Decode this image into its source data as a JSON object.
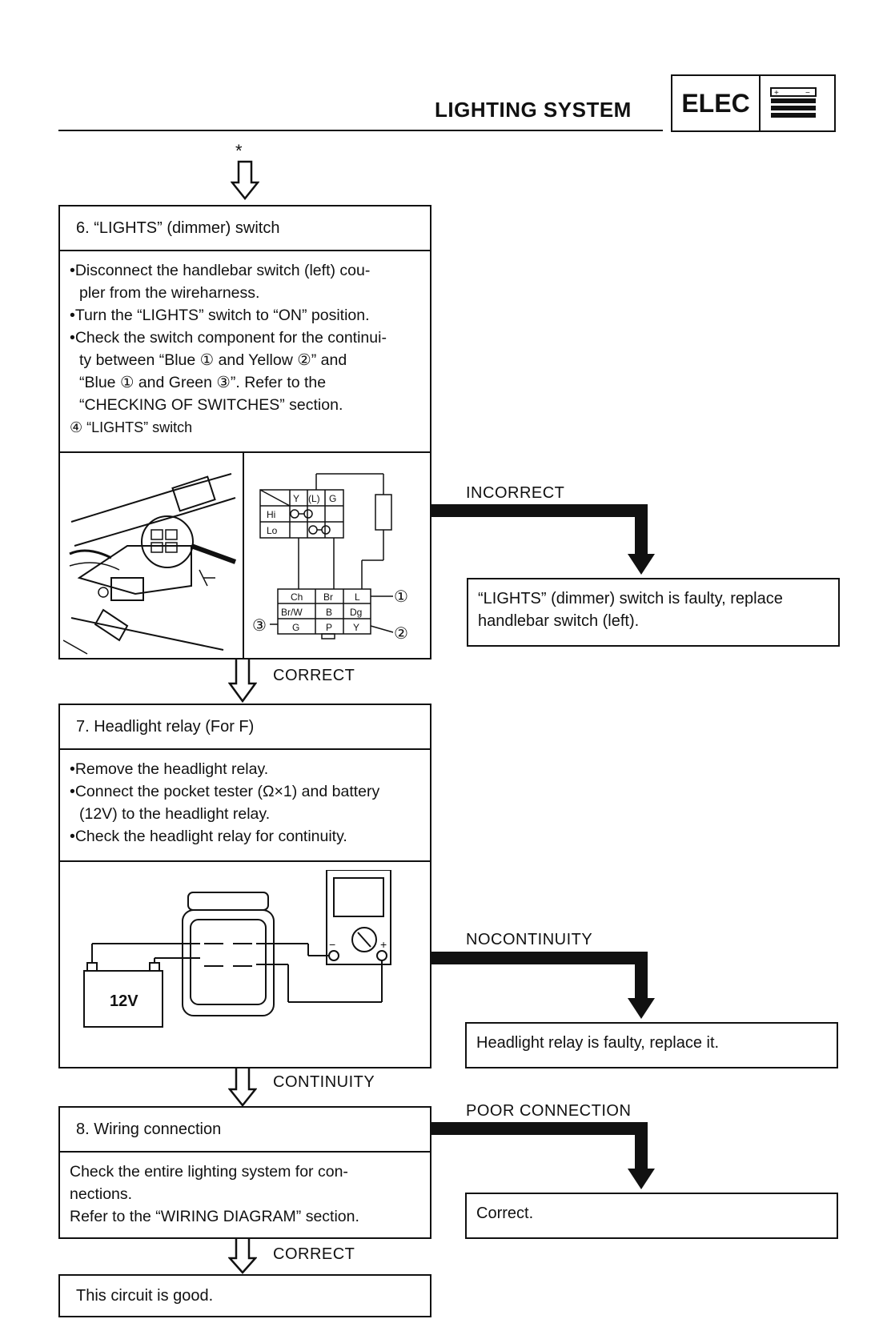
{
  "header": {
    "title": "LIGHTING SYSTEM",
    "section_tag": "ELEC",
    "icon": "battery-icon"
  },
  "asterisk": "*",
  "steps": [
    {
      "title": "6. “LIGHTS” (dimmer) switch",
      "lines": [
        "•Disconnect the handlebar switch (left) cou-",
        "pler from the wireharness.",
        "•Turn the “LIGHTS” switch to “ON” position.",
        "•Check the switch component for the continui-",
        "ty between “Blue ① and Yellow ②” and",
        "“Blue ① and Green ③”. Refer to the",
        "“CHECKING OF SWITCHES” section."
      ],
      "note": "④ “LIGHTS” switch"
    },
    {
      "title": "7. Headlight relay (For F)",
      "lines": [
        "•Remove the headlight relay.",
        "•Connect the pocket tester (Ω×1) and battery",
        "(12V) to the headlight relay.",
        "•Check the headlight relay for continuity."
      ]
    },
    {
      "title": "8. Wiring connection",
      "lines": [
        "Check the entire lighting system for con-",
        "nections.",
        "Refer to the “WIRING DIAGRAM” section."
      ]
    }
  ],
  "final": "This circuit is good.",
  "flow": {
    "correct1": "CORRECT",
    "continuity": "CONTINUITY",
    "correct2": "CORRECT"
  },
  "branches": [
    {
      "label": "INCORRECT",
      "result": "“LIGHTS” (dimmer) switch is faulty, replace handlebar switch (left)."
    },
    {
      "label": "NOCONTINUITY",
      "result": "Headlight relay is faulty, replace it."
    },
    {
      "label": "POOR CONNECTION",
      "result": "Correct."
    }
  ],
  "switch_table": {
    "header": [
      "Y",
      "(L)",
      "G"
    ],
    "rows": [
      "Hi",
      "Lo"
    ],
    "coupler": [
      [
        "Ch",
        "Br",
        "L"
      ],
      [
        "Br/W",
        "B",
        "Dg"
      ],
      [
        "G",
        "P",
        "Y"
      ]
    ],
    "callouts": [
      "①",
      "②",
      "③"
    ]
  },
  "battery_label": "12V",
  "tester_marks": [
    "−",
    "+"
  ]
}
